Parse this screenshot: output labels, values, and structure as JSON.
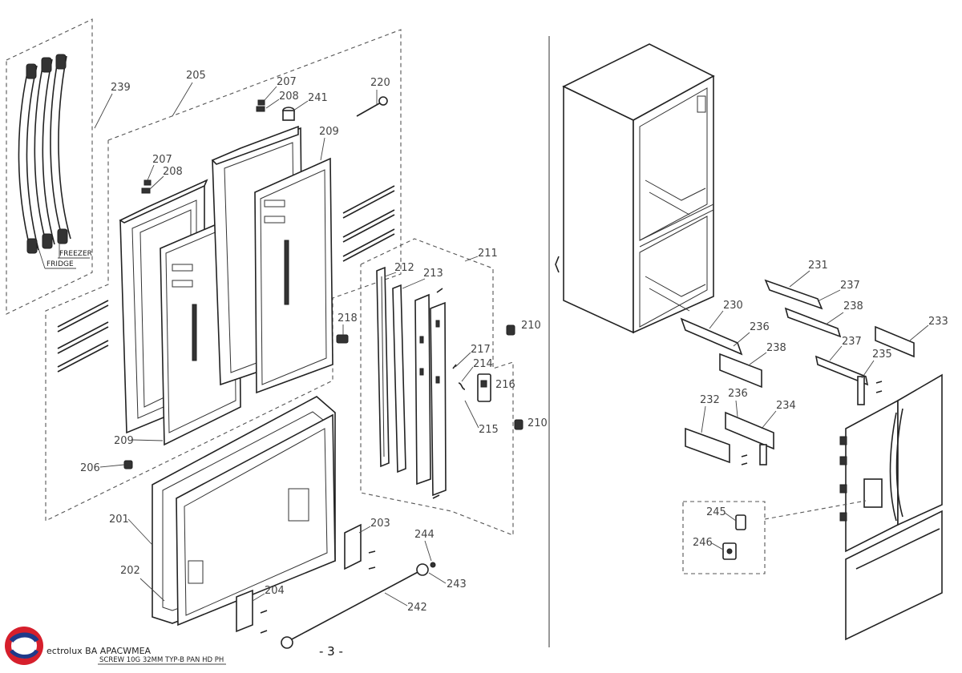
{
  "page_number": "- 3 -",
  "footer": {
    "brand_text": "ectrolux BA APACWMEA",
    "screw_note": "SCREW 10G 32MM TYP-B PAN HD PH"
  },
  "handle_labels": {
    "freezer": "FREEZER",
    "fridge": "FRIDGE"
  },
  "callouts": {
    "c239": "239",
    "c205": "205",
    "c207a": "207",
    "c208a": "208",
    "c241": "241",
    "c220": "220",
    "c209a": "209",
    "c207b": "207",
    "c208b": "208",
    "c218": "218",
    "c211": "211",
    "c212": "212",
    "c213": "213",
    "c210a": "210",
    "c217": "217",
    "c214": "214",
    "c216": "216",
    "c215": "215",
    "c210b": "210",
    "c209b": "209",
    "c206": "206",
    "c201": "201",
    "c202": "202",
    "c203": "203",
    "c204": "204",
    "c244": "244",
    "c243": "243",
    "c242": "242",
    "c231": "231",
    "c237a": "237",
    "c230": "230",
    "c238a": "238",
    "c236a": "236",
    "c233": "233",
    "c238b": "238",
    "c237b": "237",
    "c235": "235",
    "c232": "232",
    "c236b": "236",
    "c234": "234",
    "c245": "245",
    "c246": "246"
  },
  "colors": {
    "logo_red": "#d61f2c",
    "logo_blue": "#1f3a8a",
    "line": "#222222"
  }
}
